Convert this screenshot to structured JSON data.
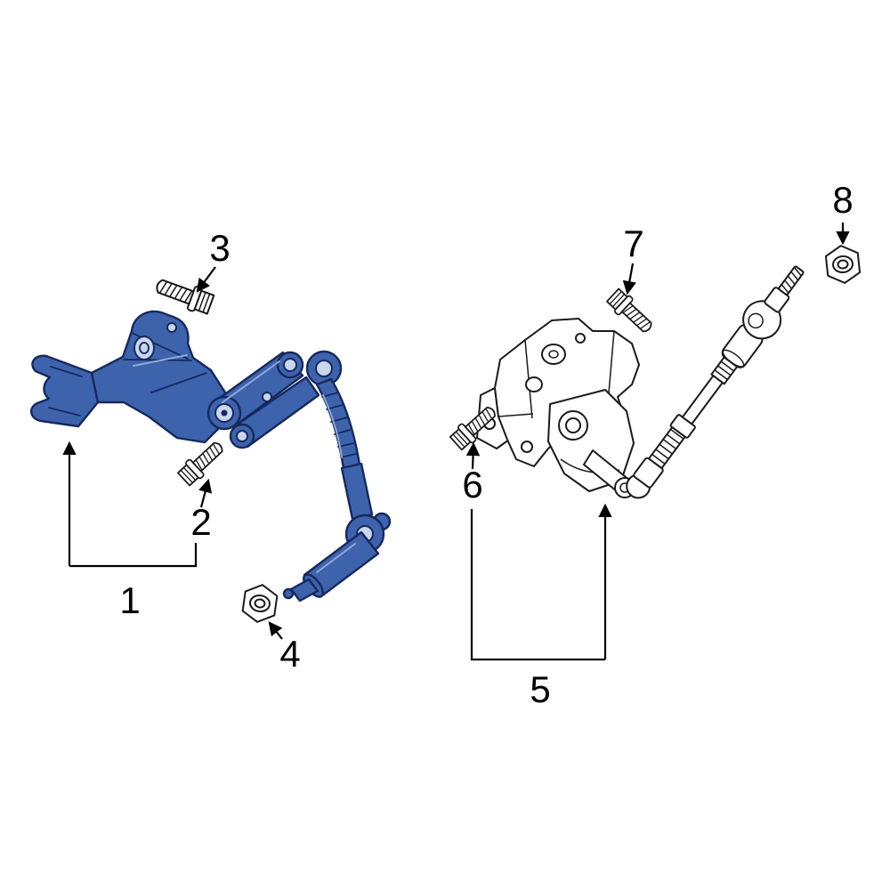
{
  "diagram": {
    "type": "exploded-parts-diagram",
    "highlighted_callout": "1"
  },
  "colors": {
    "background": "#ffffff",
    "outline": "#1a1a1a",
    "label": "#000000",
    "highlight_fill": "#3e63ad",
    "highlight_stroke": "#16295e",
    "highlight_light": "#c9d6ec",
    "highlight_sheen": "#8fa9d8"
  },
  "callouts": [
    {
      "label": "1"
    },
    {
      "label": "2"
    },
    {
      "label": "3"
    },
    {
      "label": "4"
    },
    {
      "label": "5"
    },
    {
      "label": "6"
    },
    {
      "label": "7"
    },
    {
      "label": "8"
    }
  ]
}
